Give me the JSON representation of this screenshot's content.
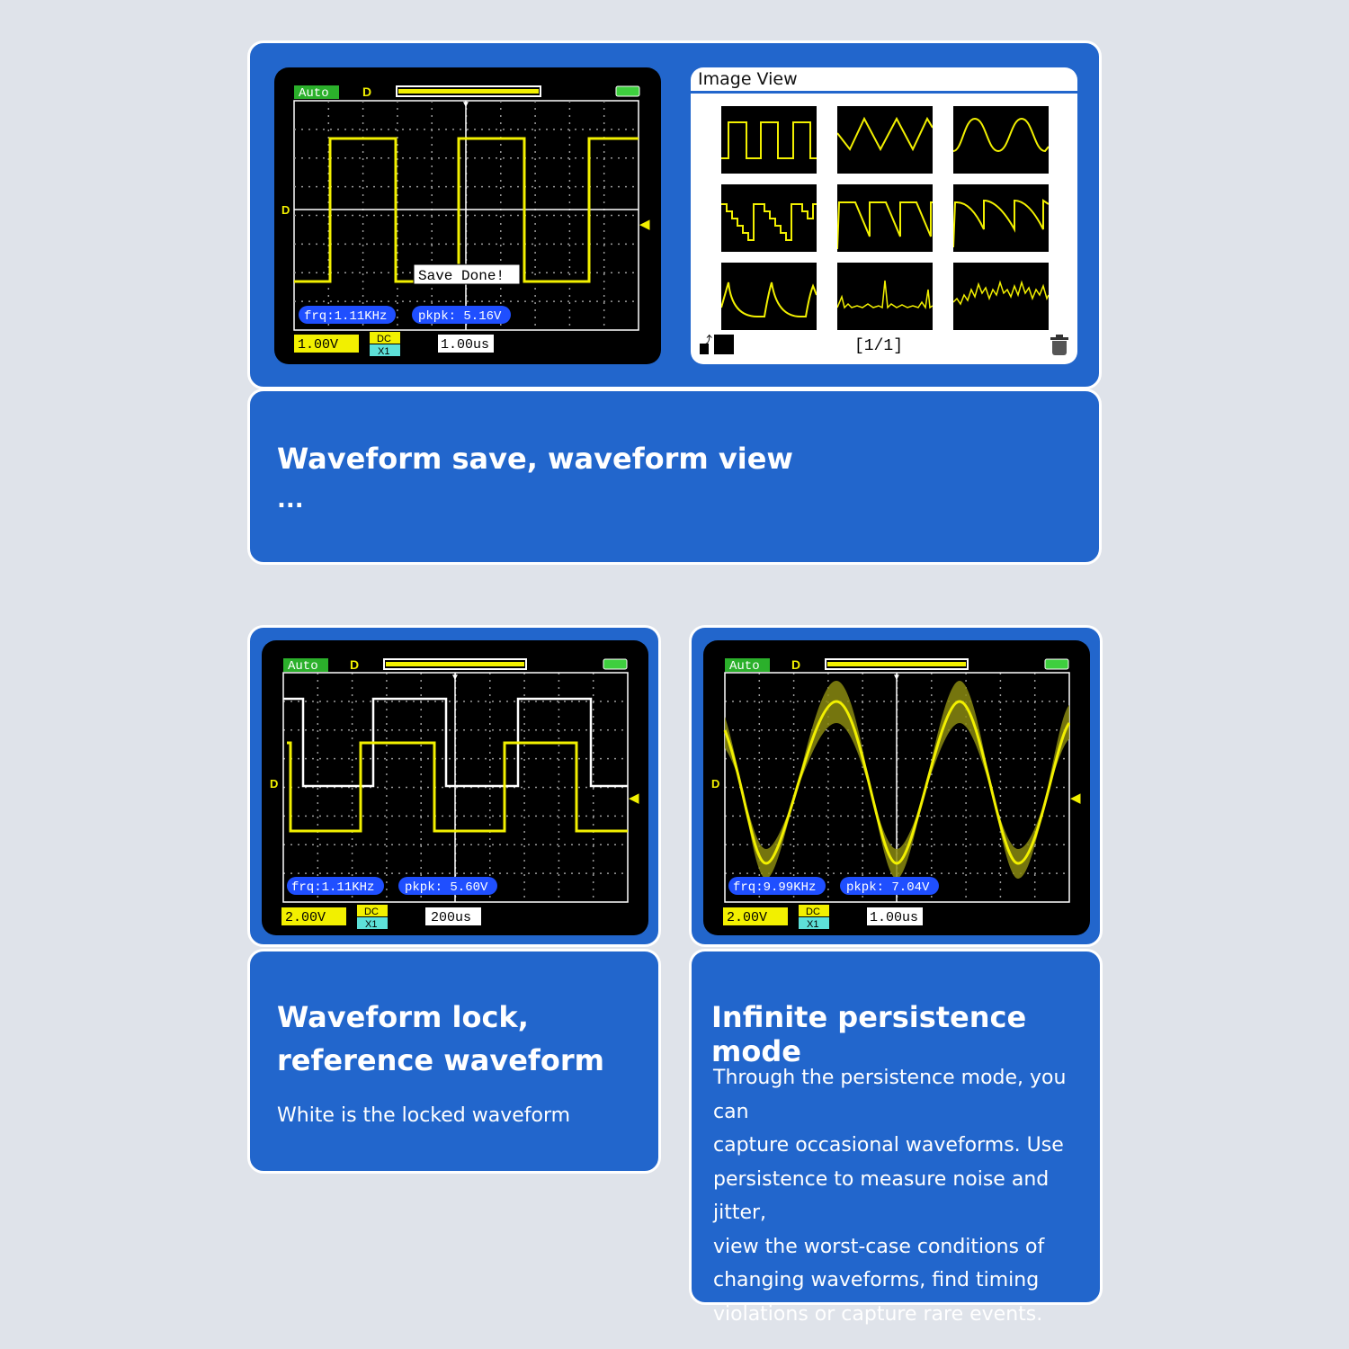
{
  "colors": {
    "background": "#dfe3ea",
    "panel_blue": "#2266cc",
    "trace_yellow": "#f2f000",
    "reference_white": "#ffffff",
    "measure_badge": "#1f4fff",
    "volt_badge": "#f2f000",
    "coupling_badge": "#5de0d8",
    "auto_badge": "#2bb02b"
  },
  "top_section": {
    "scope": {
      "mode": "Auto",
      "save_message": "Save Done!",
      "frequency": "frq:1.11KHz",
      "peak_to_peak": "pkpk: 5.16V",
      "volts_per_div": "1.00V",
      "coupling": "DC",
      "probe": "X1",
      "time_per_div": "1.00us"
    },
    "image_view": {
      "title": "Image View",
      "page_indicator": "[1/1]",
      "left_icon": "rotate-icon",
      "right_icon": "trash-icon",
      "thumbnail_waveforms": [
        "square",
        "triangle",
        "sine",
        "staircase",
        "ramp-down",
        "exponential-decay",
        "decay-pulse",
        "noise-spikes",
        "noisy-signal"
      ]
    },
    "caption": {
      "title": "Waveform save, waveform view",
      "ellipsis": "..."
    }
  },
  "bottom_left": {
    "scope": {
      "mode": "Auto",
      "frequency": "frq:1.11KHz",
      "peak_to_peak": "pkpk: 5.60V",
      "volts_per_div": "2.00V",
      "coupling": "DC",
      "probe": "X1",
      "time_per_div": "200us"
    },
    "caption": {
      "title_line1": "Waveform lock,",
      "title_line2": "reference waveform",
      "text": "White is the locked waveform"
    }
  },
  "bottom_right": {
    "scope": {
      "mode": "Auto",
      "frequency": "frq:9.99KHz",
      "peak_to_peak": "pkpk: 7.04V",
      "volts_per_div": "2.00V",
      "coupling": "DC",
      "probe": "X1",
      "time_per_div": "1.00us"
    },
    "caption": {
      "title": "Infinite persistence mode",
      "lines": [
        "Through the persistence mode, you can",
        "capture occasional waveforms. Use",
        "persistence to measure noise and jitter,",
        "view the worst-case conditions of",
        "changing waveforms, find timing",
        "violations or capture rare events."
      ]
    }
  }
}
